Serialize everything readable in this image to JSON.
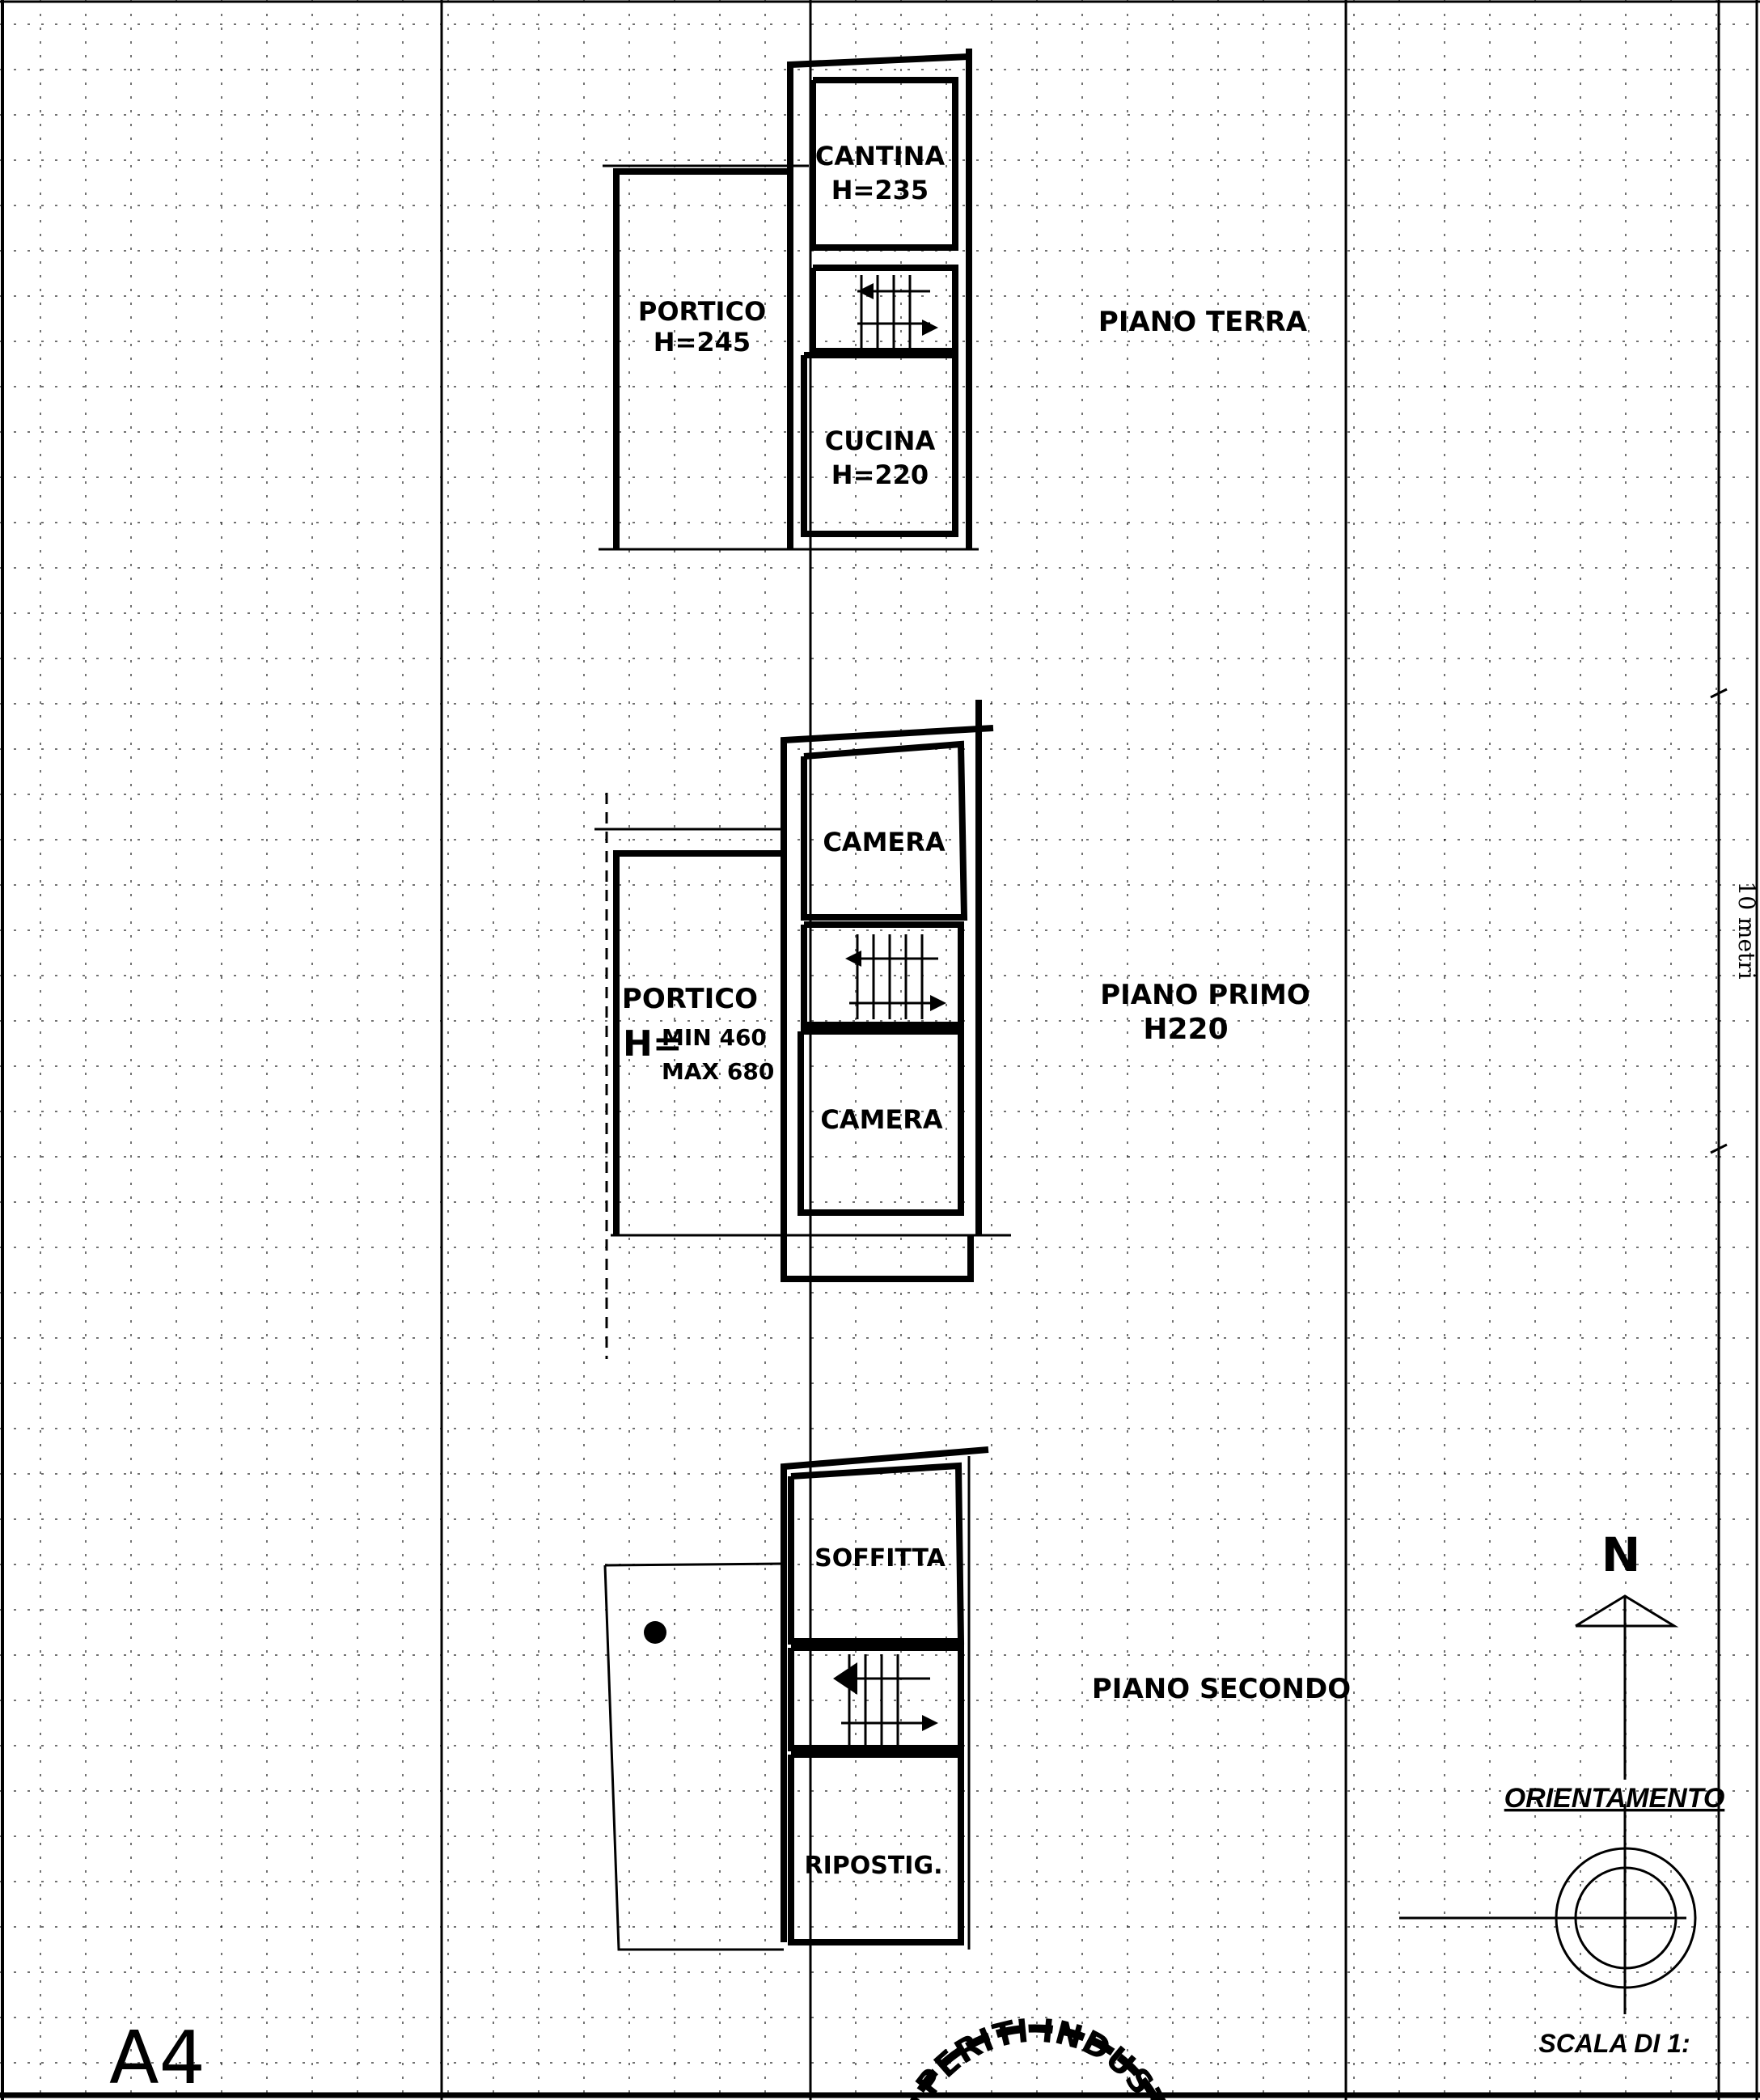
{
  "ground_floor": {
    "title": "PIANO TERRA",
    "rooms": [
      {
        "name": "PORTICO",
        "height": "H=245"
      },
      {
        "name": "CANTINA",
        "height": "H=235"
      },
      {
        "name": "CUCINA",
        "height": "H=220"
      }
    ]
  },
  "first_floor": {
    "title": "PIANO PRIMO",
    "subtitle": "H220",
    "rooms": [
      {
        "name": "CAMERA"
      },
      {
        "name": "PORTICO",
        "height_prefix": "H=",
        "min": "MIN 460",
        "max": "MAX 680"
      },
      {
        "name": "CAMERA"
      }
    ]
  },
  "second_floor": {
    "title": "PIANO SECONDO",
    "rooms": [
      {
        "name": "SOFFITTA"
      },
      {
        "name": "RIPOSTIG."
      }
    ]
  },
  "north_label": "N",
  "orientation_label": "ORIENTAMENTO",
  "scale_label": "SCALA DI 1:",
  "scale_bar_label": "10 metri",
  "sheet_label": "A4",
  "stamp_text": "PERITI INDUSTRIALI"
}
